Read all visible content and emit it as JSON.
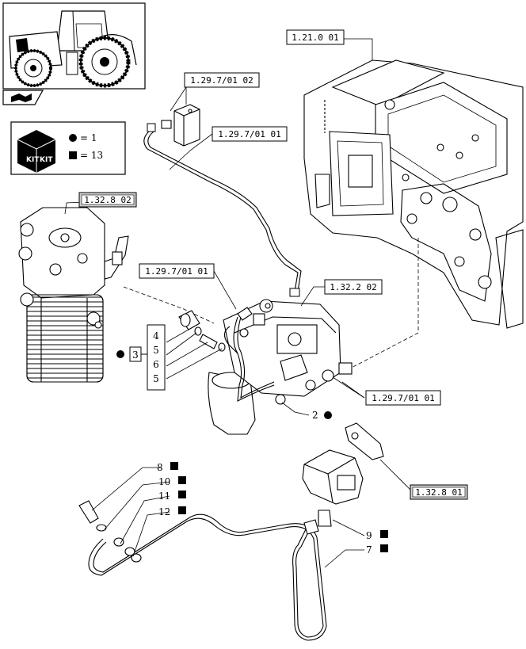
{
  "references": {
    "top_right": "1.21.0 01",
    "solenoid_top": "1.29.7/01 02",
    "pipe_long": "1.29.7/01 01",
    "filter_left": "1.32.8 02",
    "valve_upper_pipe": "1.29.7/01 01",
    "valve_block": "1.32.2 02",
    "valve_right_pipe": "1.29.7/01 01",
    "pump_lower": "1.32.8 01"
  },
  "kit_legend": {
    "kit_label_top": "KIT",
    "kit_label_bottom": "KIT",
    "circle_value": "= 1",
    "square_value": "= 13"
  },
  "kit_group": {
    "kit_number": "3",
    "items": [
      "4",
      "5",
      "6",
      "5"
    ]
  },
  "callouts": {
    "item_2": "2",
    "item_8": "8",
    "item_10": "10",
    "item_11": "11",
    "item_12": "12",
    "item_9": "9",
    "item_7": "7"
  },
  "colors": {
    "line": "#000000",
    "ref_box_fill": "#ffffff",
    "ref_box_shaded": "#d0d0d0"
  }
}
